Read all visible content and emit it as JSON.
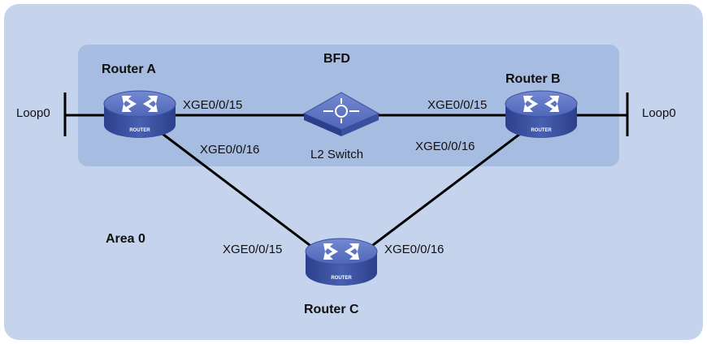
{
  "area": {
    "label": "Area 0"
  },
  "bfd_region": {
    "label": "BFD"
  },
  "devices": {
    "router_a": {
      "name": "Router A",
      "badge": "ROUTER"
    },
    "router_b": {
      "name": "Router B",
      "badge": "ROUTER"
    },
    "router_c": {
      "name": "Router C",
      "badge": "ROUTER"
    },
    "switch": {
      "name": "L2 Switch"
    }
  },
  "loopbacks": {
    "a": "Loop0",
    "b": "Loop0"
  },
  "interfaces": {
    "a_to_switch": "XGE0/0/15",
    "a_to_c": "XGE0/0/16",
    "b_to_switch": "XGE0/0/15",
    "b_to_c": "XGE0/0/16",
    "c_to_a": "XGE0/0/15",
    "c_to_b": "XGE0/0/16"
  },
  "colors": {
    "outer_area": "#c5d3ec",
    "bfd_region": "#a6bce0",
    "device_body": "#3f56a8",
    "device_top": "#5f78c6",
    "link": "#000000"
  }
}
